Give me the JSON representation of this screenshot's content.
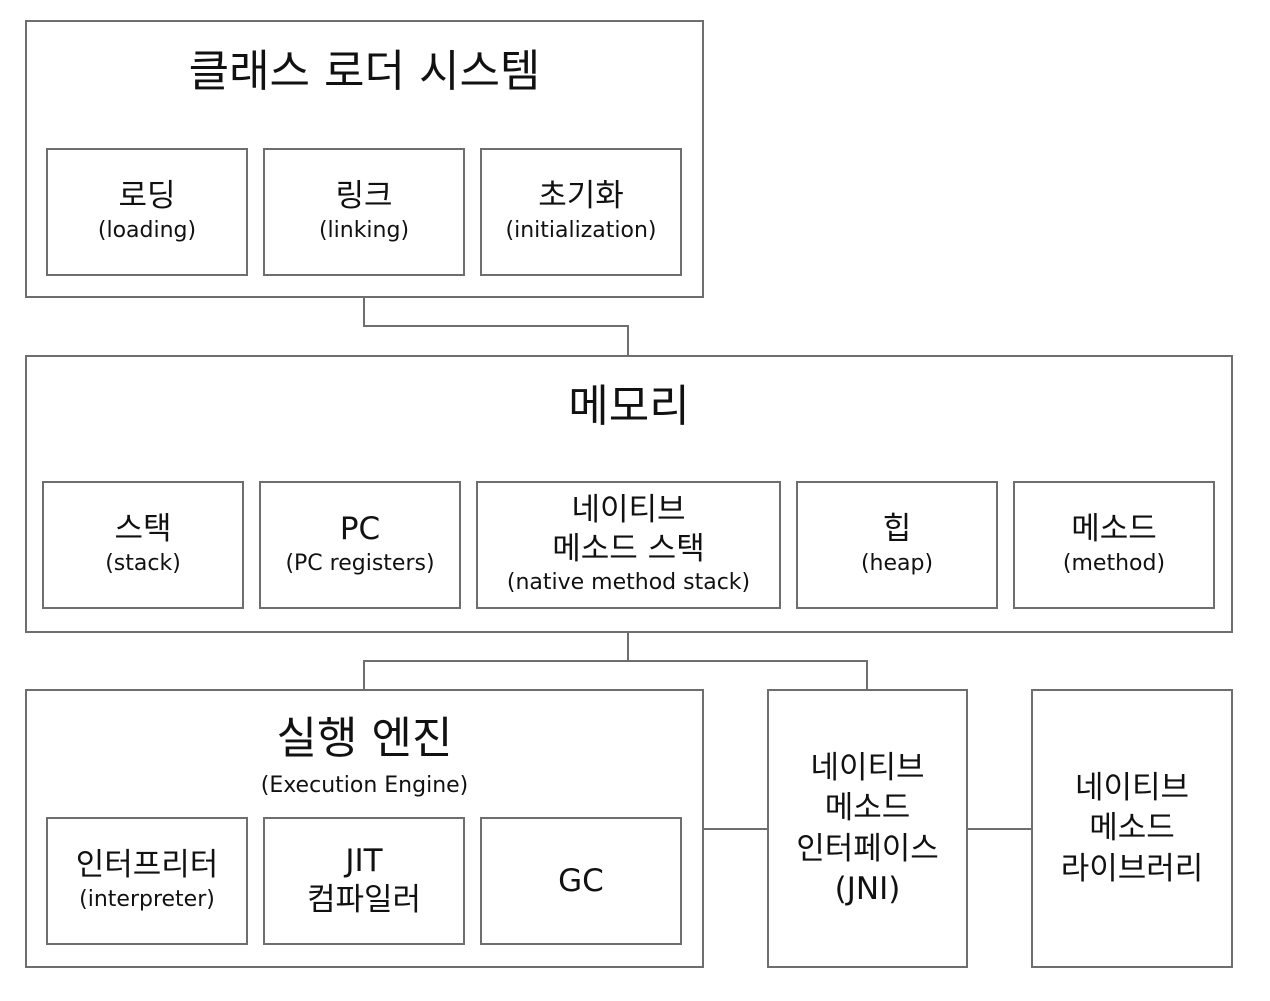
{
  "class_loader": {
    "title": "클래스 로더 시스템",
    "items": [
      {
        "name": "로딩",
        "en": "(loading)"
      },
      {
        "name": "링크",
        "en": "(linking)"
      },
      {
        "name": "초기화",
        "en": "(initialization)"
      }
    ]
  },
  "memory": {
    "title": "메모리",
    "items": [
      {
        "name": "스택",
        "en": "(stack)"
      },
      {
        "name": "PC",
        "en": "(PC registers)"
      },
      {
        "name1": "네이티브",
        "name2": "메소드 스택",
        "en": "(native method stack)"
      },
      {
        "name": "힙",
        "en": "(heap)"
      },
      {
        "name": "메소드",
        "en": "(method)"
      }
    ]
  },
  "execution_engine": {
    "title": "실행 엔진",
    "subtitle": "(Execution Engine)",
    "items": [
      {
        "name": "인터프리터",
        "en": "(interpreter)"
      },
      {
        "name1": "JIT",
        "name2": "컴파일러"
      },
      {
        "name": "GC"
      }
    ]
  },
  "jni": {
    "lines": [
      "네이티브",
      "메소드",
      "인터페이스",
      "(JNI)"
    ]
  },
  "native_library": {
    "lines": [
      "네이티브",
      "메소드",
      "라이브러리"
    ]
  },
  "colors": {
    "border": "#6e6e6e",
    "line": "#6e6e6e"
  }
}
